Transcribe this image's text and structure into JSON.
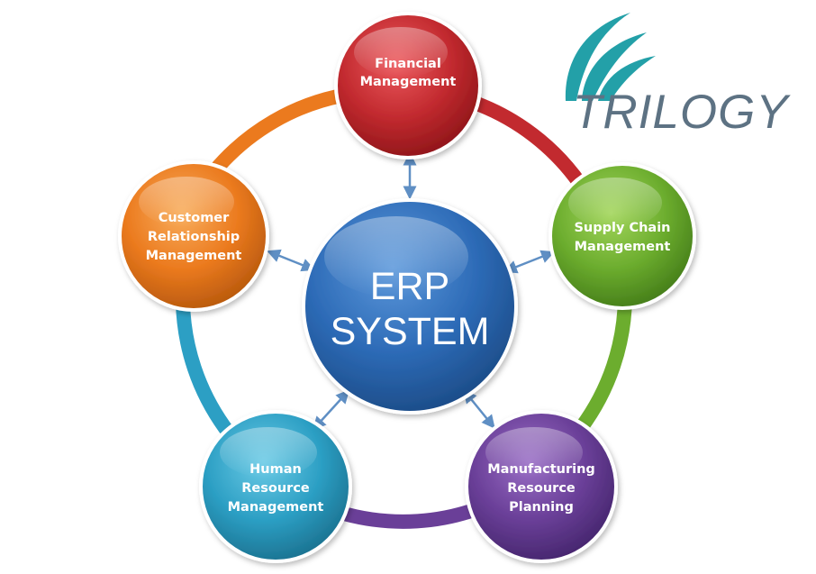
{
  "logo": {
    "text": "TRILOGY"
  },
  "center": {
    "lines": [
      "ERP",
      "SYSTEM"
    ]
  },
  "modules": [
    {
      "id": "financial",
      "lines": [
        "Financial",
        "Management"
      ]
    },
    {
      "id": "supply-chain",
      "lines": [
        "Supply Chain",
        "Management"
      ]
    },
    {
      "id": "manufacturing",
      "lines": [
        "Manufacturing",
        "Resource",
        "Planning"
      ]
    },
    {
      "id": "human-resource",
      "lines": [
        "Human",
        "Resource",
        "Management"
      ]
    },
    {
      "id": "customer-relationship",
      "lines": [
        "Customer",
        "Relationship",
        "Management"
      ]
    }
  ],
  "colors": {
    "financial": "#c0282d",
    "supply_chain": "#6fae2f",
    "manufacturing": "#6a3f98",
    "human_resource": "#2c9fc4",
    "customer_relationship": "#eb7a1e",
    "center": "#2d6bb7",
    "arrow": "#5f8fc4",
    "logo_teal": "#23a0a8",
    "logo_text": "#5d7283"
  }
}
